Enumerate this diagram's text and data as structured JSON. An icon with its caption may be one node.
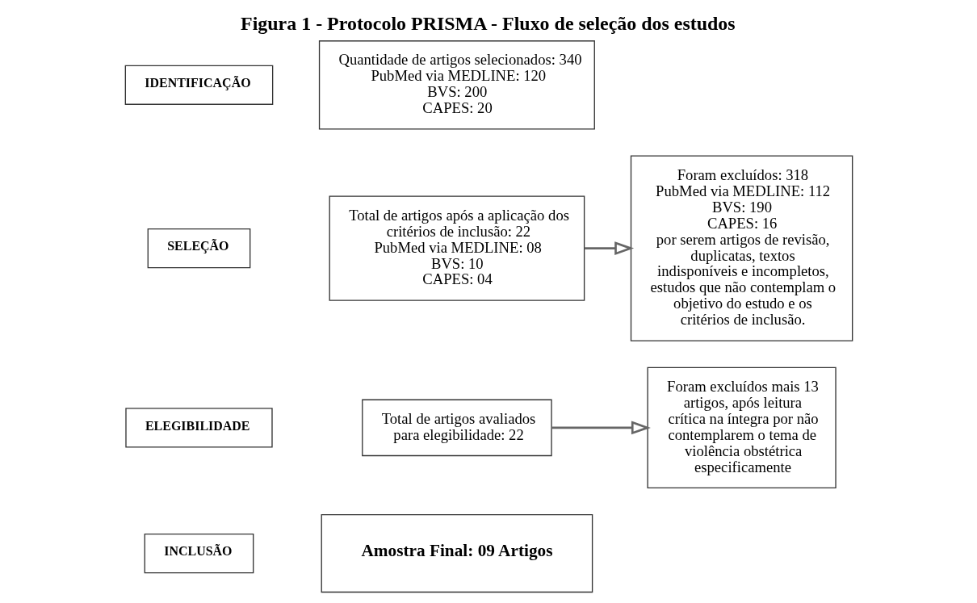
{
  "diagram": {
    "title": "Figura 1 - Protocolo PRISMA - Fluxo de seleção dos estudos",
    "nodes": [
      {
        "text": [
          "IDENTIFICAÇÃO"
        ]
      },
      {
        "text": [
          "SELEÇÃO"
        ]
      },
      {
        "text": [
          "ELEGIBILIDADE"
        ]
      },
      {
        "text": [
          "INCLUSÃO"
        ]
      },
      {
        "text": [
          "Quantidade de artigos selecionados: 340",
          "PubMed via MEDLINE: 120",
          "BVS: 200",
          "CAPES: 20"
        ]
      },
      {
        "text": [
          "Total de artigos após a aplicação dos critérios de inclusão: 22",
          "PubMed via MEDLINE: 08",
          "BVS: 10",
          "CAPES: 04"
        ]
      },
      {
        "text": [
          "Foram excluídos: 318",
          "PubMed via MEDLINE: 112",
          "BVS: 190",
          "CAPES: 16",
          "por serem artigos de revisão, duplicatas, textos indisponíveis e incompletos, estudos que não contemplam o objetivo do estudo e os critérios de inclusão."
        ]
      },
      {
        "text": [
          "Total de artigos avaliados para elegibilidade: 22"
        ]
      },
      {
        "text": [
          "Foram excluídos mais 13 artigos, após leitura crítica na íntegra por não contemplarem o tema de violência obstétrica especificamente"
        ]
      },
      {
        "text": [
          "Amostra Final: 09 Artigos"
        ]
      }
    ],
    "edges": [
      {
        "from": 5,
        "to": 6,
        "arrow": "to"
      },
      {
        "from": 7,
        "to": 8,
        "arrow": "to"
      }
    ]
  }
}
